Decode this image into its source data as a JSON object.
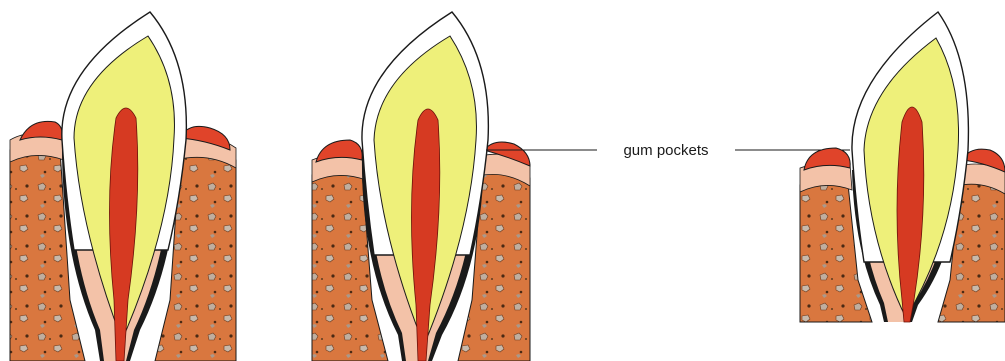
{
  "diagram": {
    "callout_label": "gum pockets",
    "figures": [
      {
        "id": "tooth-1",
        "stage": "healthy"
      },
      {
        "id": "tooth-2",
        "stage": "pocket-forming"
      },
      {
        "id": "tooth-3",
        "stage": "deep-pocket"
      }
    ]
  },
  "colors": {
    "enamel": "#ffffff",
    "dentin": "#eef07a",
    "pulp": "#d63a22",
    "bone": "#d9773f",
    "bone_speckle": "#b9a89a",
    "gum": "#e0442a",
    "gum_band": "#f3c2a8",
    "ligament": "#1a1a1a",
    "outline": "#1a1a1a"
  }
}
